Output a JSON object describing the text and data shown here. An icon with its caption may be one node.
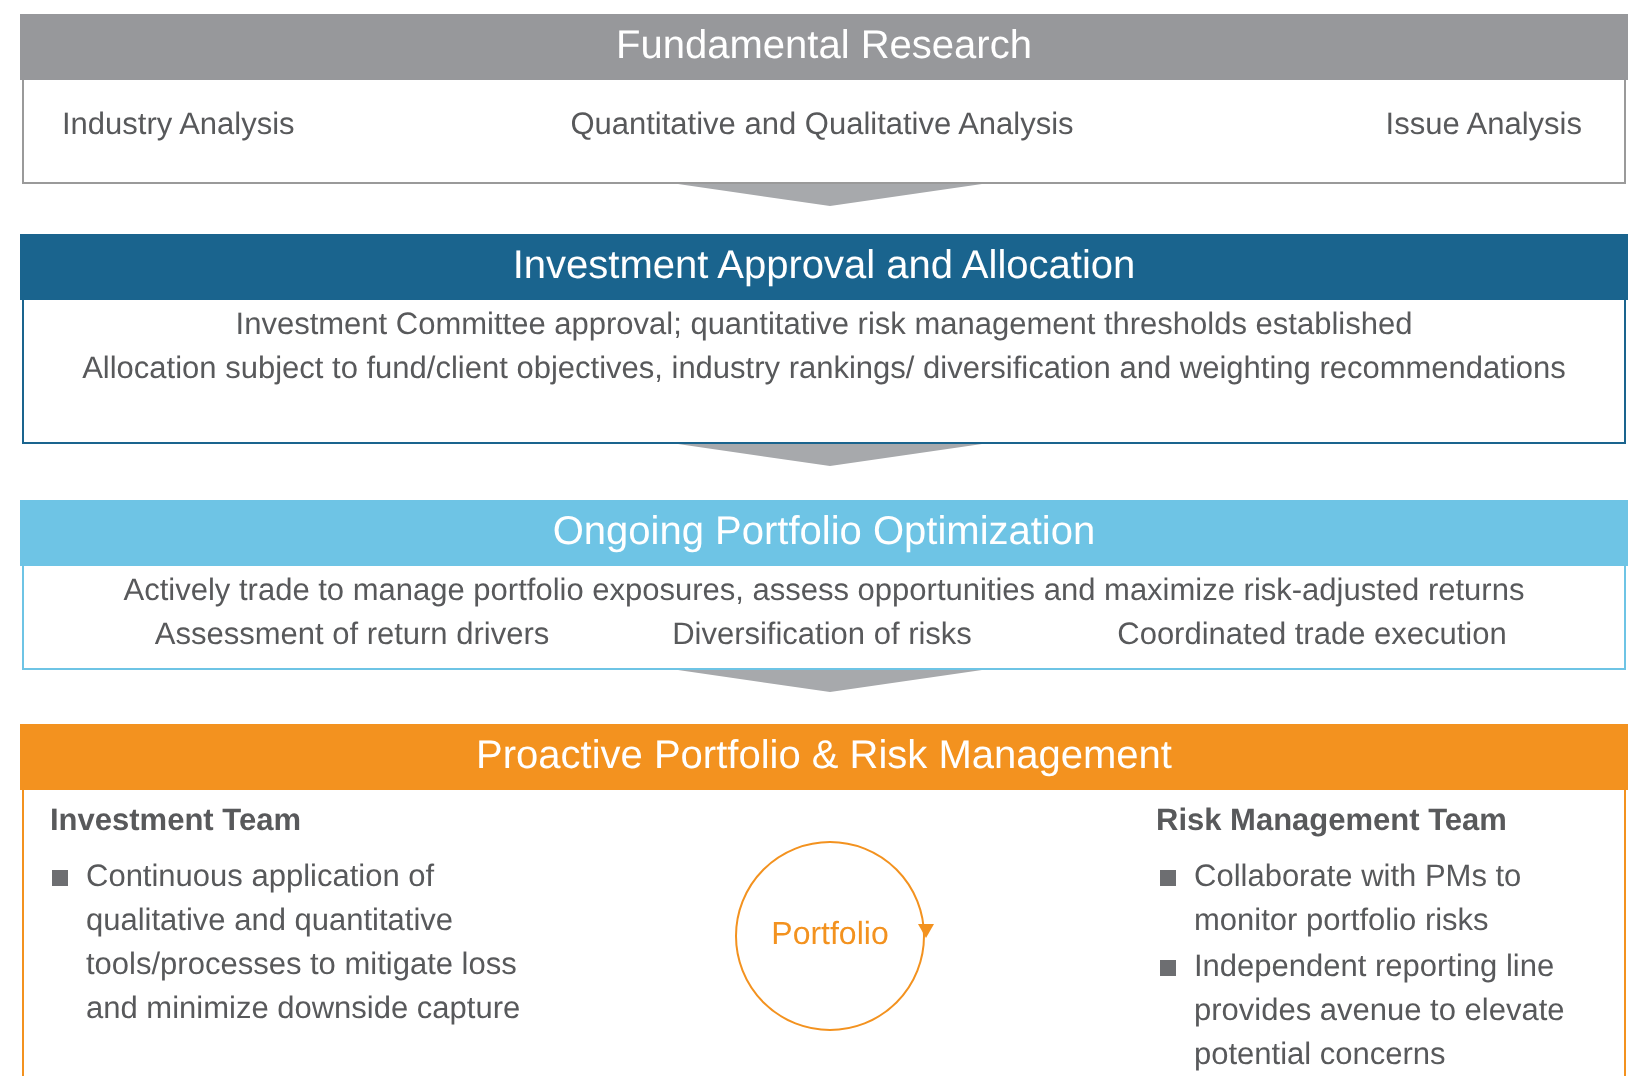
{
  "diagram": {
    "nodes": [
      {
        "text": [
          "Fundamental Research",
          "Industry Analysis",
          "Quantitative and Qualitative Analysis",
          "Issue Analysis"
        ]
      },
      {
        "text": [
          "Investment Approval and Allocation",
          "Investment Committee approval; quantitative risk management thresholds established",
          "Allocation subject to fund/client objectives, industry rankings/ diversification and weighting recommendations"
        ]
      },
      {
        "text": [
          "Ongoing Portfolio Optimization",
          "Actively trade to manage portfolio exposures, assess opportunities and maximize risk-adjusted returns",
          "Assessment of return drivers",
          "Diversification of risks",
          "Coordinated trade execution"
        ]
      },
      {
        "text": [
          "Proactive Portfolio & Risk Management",
          "Investment Team",
          "Continuous application of qualitative and quantitative tools/processes to mitigate loss and minimize downside capture",
          "Risk Management Team",
          "Collaborate with PMs to monitor portfolio risks",
          "Independent reporting line provides avenue to elevate potential concerns"
        ]
      },
      {
        "text": [
          "Portfolio"
        ],
        "in": 3
      }
    ],
    "edges": [
      {
        "from": 0,
        "to": 1,
        "arrow": "to"
      },
      {
        "from": 1,
        "to": 2,
        "arrow": "to"
      },
      {
        "from": 2,
        "to": 3,
        "arrow": "to"
      }
    ]
  }
}
